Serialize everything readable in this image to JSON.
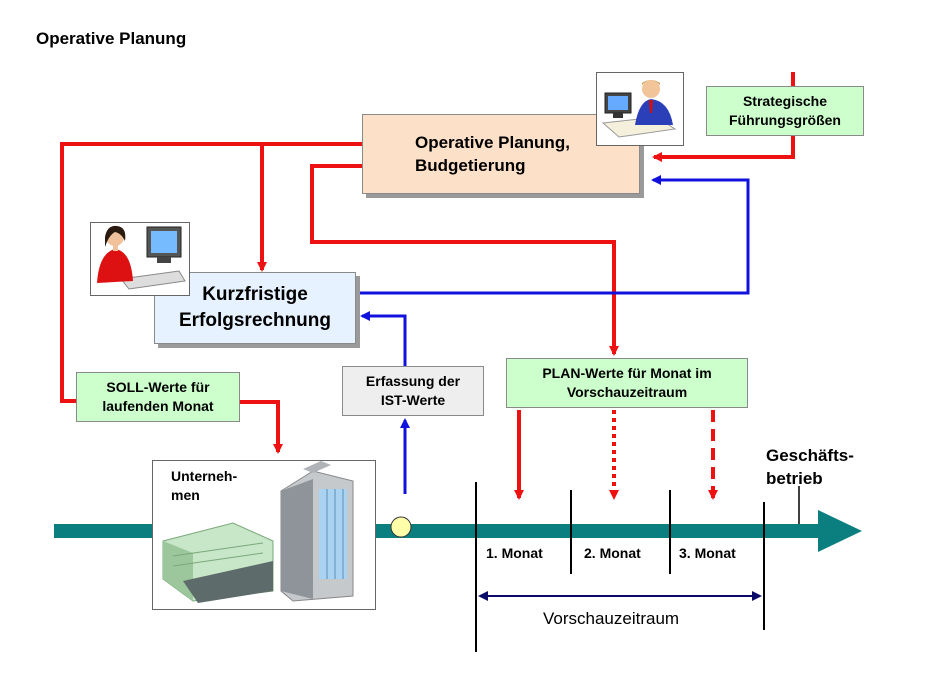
{
  "title": "Operative Planung",
  "boxes": {
    "op_planung": "Operative Planung,\nBudgetierung",
    "strategisch": "Strategische\nFührungsgrößen",
    "kurzfristig": "Kurzfristige\nErfolgsrechnung",
    "soll": "SOLL-Werte für\nlaufenden Monat",
    "erfassung": "Erfassung der\nIST-Werte",
    "plan": "PLAN-Werte für Monat im\nVorschauzeitraum",
    "unternehmen": "Unterneh-\nmen"
  },
  "timeline": {
    "months": [
      "1. Monat",
      "2. Monat",
      "3. Monat"
    ],
    "geschaeft": "Geschäfts-\nbetrieb",
    "vorschau": "Vorschauzeitraum"
  },
  "colors": {
    "red": "#ee1111",
    "blue": "#1111dd",
    "teal": "#0b7f7f",
    "green_box": "#ccffcc",
    "peach_box": "#fde0c8",
    "lightblue_box": "#e6f2ff",
    "gray_box": "#eeeeee",
    "navy": "#0b0b6b"
  }
}
